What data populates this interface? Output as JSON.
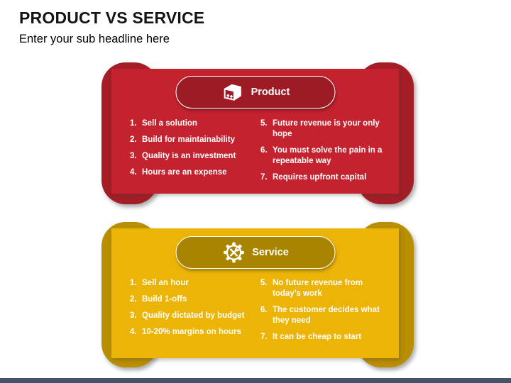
{
  "slide": {
    "title": "PRODUCT VS SERVICE",
    "subtitle": "Enter your sub headline here"
  },
  "cards": [
    {
      "label": "Product",
      "icon": "package-icon",
      "colors": {
        "back": "#A51D27",
        "front": "#C4222F",
        "pill": "#9C1B24",
        "text": "#FFFFFF"
      },
      "items_left": [
        {
          "n": "1.",
          "t": "Sell a solution"
        },
        {
          "n": "2.",
          "t": "Build for maintainability"
        },
        {
          "n": "3.",
          "t": "Quality is an investment"
        },
        {
          "n": "4.",
          "t": "Hours are an expense"
        }
      ],
      "items_right": [
        {
          "n": "5.",
          "t": "Future revenue is your only hope"
        },
        {
          "n": "6.",
          "t": "You must solve the pain in a repeatable way"
        },
        {
          "n": "7.",
          "t": "Requires upfront capital"
        }
      ]
    },
    {
      "label": "Service",
      "icon": "gear-tools-icon",
      "colors": {
        "back": "#B98F00",
        "front": "#EDB408",
        "pill": "#A98400",
        "text": "#FFFFFF"
      },
      "items_left": [
        {
          "n": "1.",
          "t": "Sell an hour"
        },
        {
          "n": "2.",
          "t": "Build 1-offs"
        },
        {
          "n": "3.",
          "t": "Quality dictated by budget"
        },
        {
          "n": "4.",
          "t": "10-20% margins on hours"
        }
      ],
      "items_right": [
        {
          "n": "5.",
          "t": "No future revenue from today’s work"
        },
        {
          "n": "6.",
          "t": "The customer decides what they need"
        },
        {
          "n": "7.",
          "t": "It can be cheap to start"
        }
      ]
    }
  ],
  "footer": {
    "bar_color": "#455369"
  },
  "title_color": "#141414"
}
